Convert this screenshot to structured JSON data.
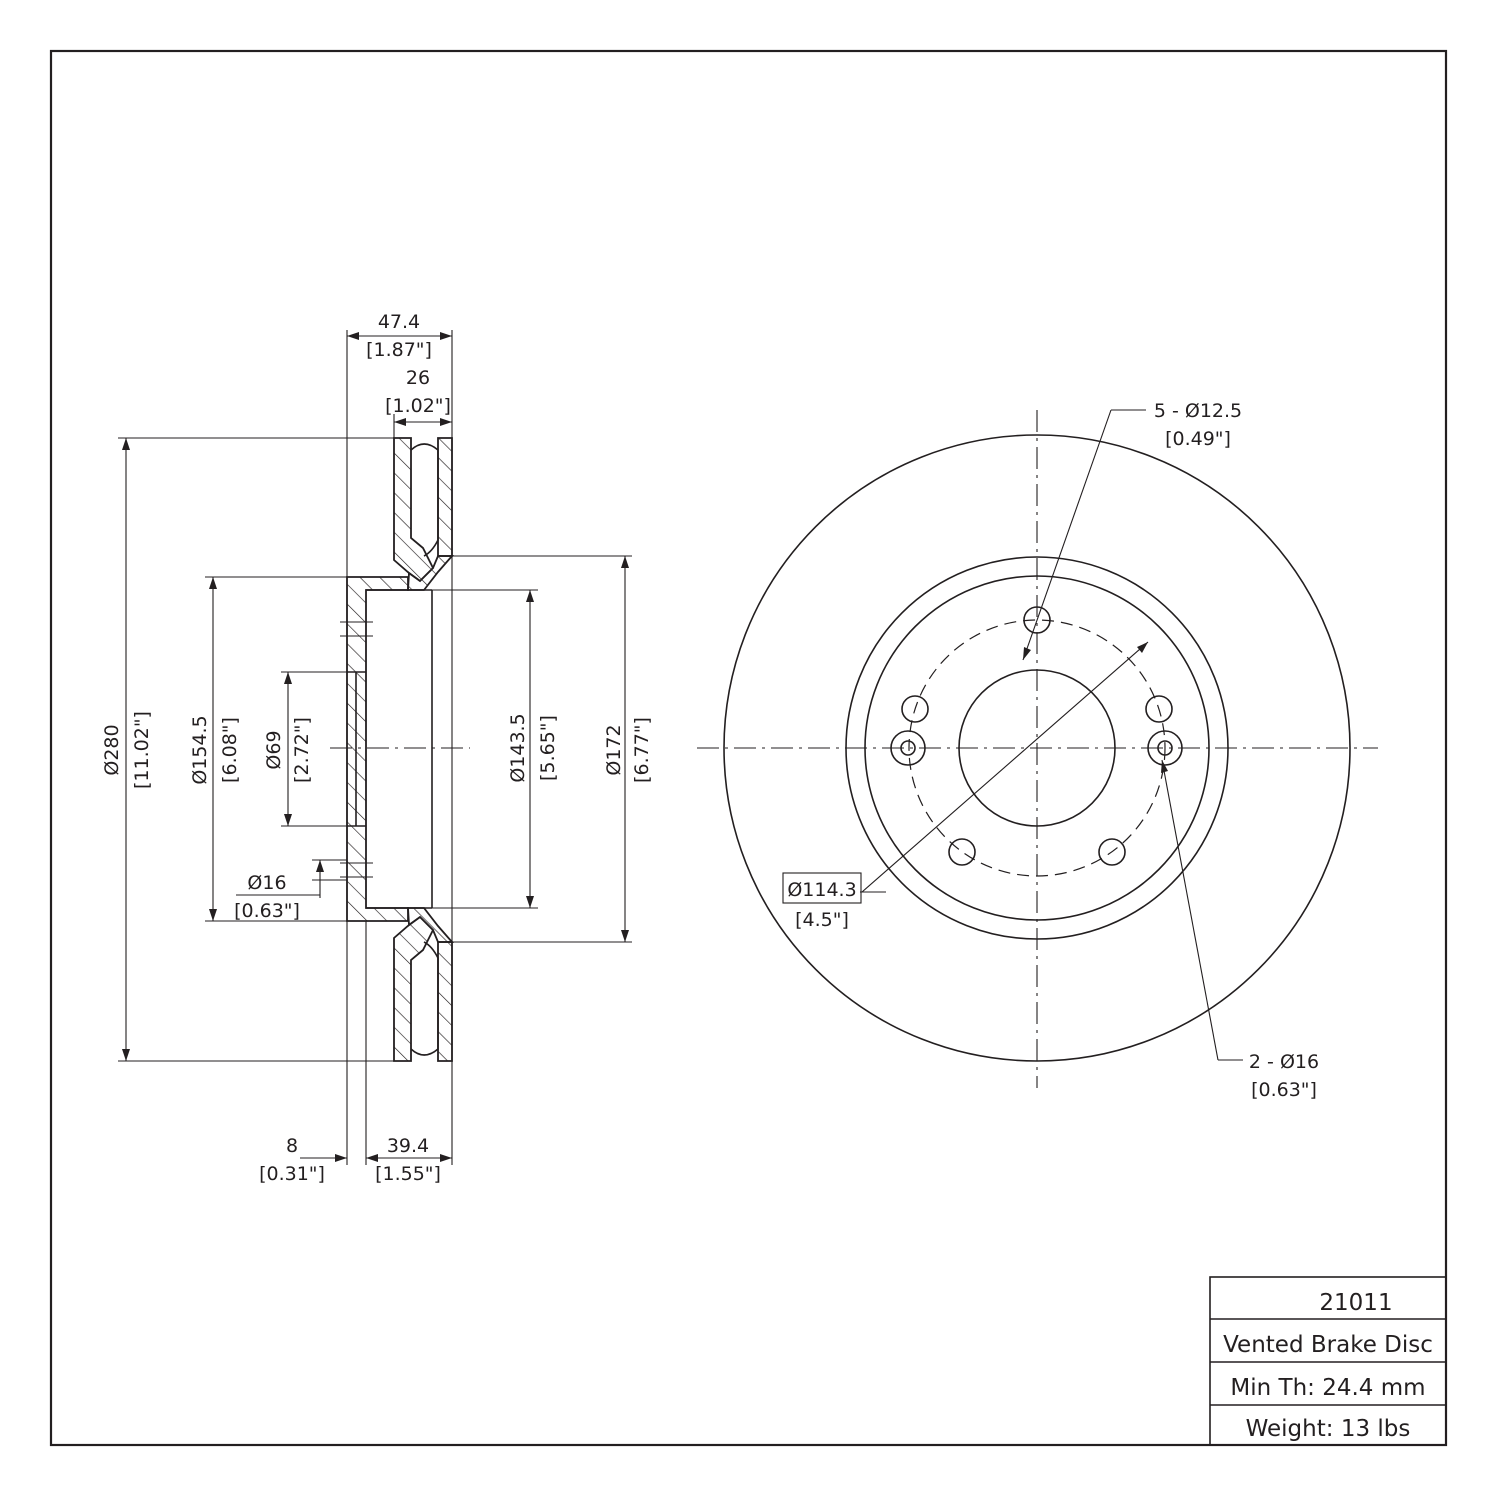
{
  "dimensions": {
    "overall_width": {
      "mm": "47.4",
      "in": "[1.87\"]"
    },
    "braking_band_width": {
      "mm": "26",
      "in": "[1.02\"]"
    },
    "rotor_diameter": {
      "mm": "Ø280",
      "in": "[11.02\"]"
    },
    "hat_outer_diameter": {
      "mm": "Ø154.5",
      "in": "[6.08\"]"
    },
    "center_bore": {
      "mm": "Ø69",
      "in": "[2.72\"]"
    },
    "bolt_hole_diameter": {
      "mm": "Ø16",
      "in": "[0.63\"]"
    },
    "inner_hat_diameter": {
      "mm": "Ø143.5",
      "in": "[5.65\"]"
    },
    "braking_surface_inner_diameter": {
      "mm": "Ø172",
      "in": "[6.77\"]"
    },
    "hat_flange_thickness": {
      "mm": "8",
      "in": "[0.31\"]"
    },
    "hat_depth": {
      "mm": "39.4",
      "in": "[1.55\"]"
    },
    "bolt_holes": {
      "label": "5 - Ø12.5",
      "in": "[0.49\"]"
    },
    "locator_holes": {
      "label": "2 - Ø16",
      "in": "[0.63\"]"
    },
    "bolt_circle": {
      "mm": "Ø114.3",
      "in": "[4.5\"]"
    }
  },
  "title_block": {
    "part_number": "21011",
    "description": "Vented Brake Disc",
    "min_thickness": "Min Th: 24.4 mm",
    "weight": "Weight: 13 lbs"
  }
}
